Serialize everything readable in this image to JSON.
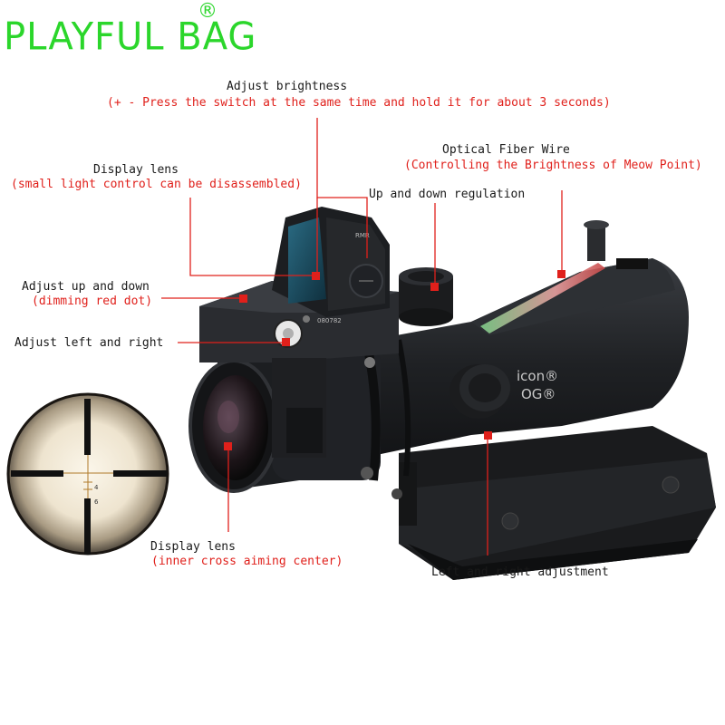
{
  "brand": {
    "name": "PLAYFUL BAG",
    "registered": "®"
  },
  "labels": {
    "adjust_brightness": "Adjust brightness",
    "adjust_brightness_note": "(+ - Press the switch at the same time and hold it for about 3 seconds)",
    "optical_fiber": "Optical Fiber Wire",
    "optical_fiber_note": "(Controlling the Brightness of Meow Point)",
    "display_lens_top": "Display lens",
    "display_lens_top_note": "(small light control can be disassembled)",
    "up_down_regulation": "Up and down regulation",
    "adjust_up_down": "Adjust up and down",
    "adjust_up_down_note": "(dimming red dot)",
    "adjust_left_right": "Adjust left and right",
    "display_lens_bottom": "Display lens",
    "display_lens_bottom_note": "(inner cross aiming center)",
    "left_right_adjustment": "Left and right adjustment"
  },
  "scope_markings": {
    "red_dot_model": "RMR",
    "serial": "080782",
    "side_brand": "icon®",
    "side_model": "OG®",
    "reticle_4": "4",
    "reticle_6": "6"
  },
  "colors": {
    "brand_green": "#2bd62b",
    "annotation_red": "#e0201b",
    "scope_body": "#1d1f22"
  }
}
